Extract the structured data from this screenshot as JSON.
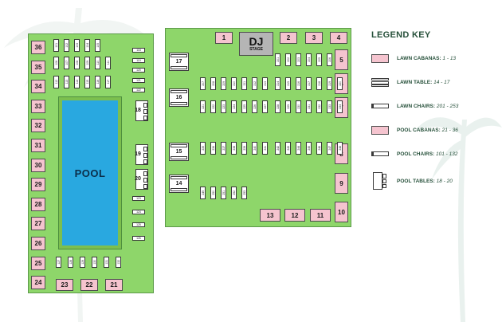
{
  "legend": {
    "title": "LEGEND KEY",
    "items": [
      {
        "label": "LAWN CABANAS:",
        "range": "1 - 13"
      },
      {
        "label": "LAWN TABLE:",
        "range": "14 - 17"
      },
      {
        "label": "LAWN CHAIRS:",
        "range": "201 - 253"
      },
      {
        "label": "POOL CABANAS:",
        "range": "21 - 36"
      },
      {
        "label": "POOL CHAIRS:",
        "range": "101 - 132"
      },
      {
        "label": "POOL TABLES:",
        "range": "18 - 20"
      }
    ]
  },
  "pool_label": "POOL",
  "dj": {
    "title": "DJ",
    "subtitle": "STAGE"
  },
  "pool_area": {
    "left_cabanas": [
      "36",
      "35",
      "34",
      "33",
      "32",
      "31",
      "30",
      "29",
      "28",
      "27",
      "26",
      "25",
      "24"
    ],
    "bottom_cabanas": [
      "23",
      "22",
      "21"
    ],
    "top_chairs_row1": [
      "101",
      "102",
      "103",
      "104",
      "105"
    ],
    "top_chairs_row2": [
      "106",
      "107",
      "108",
      "109",
      "110",
      "111"
    ],
    "top_chairs_row3": [
      "112",
      "113",
      "114",
      "115",
      "116",
      "117"
    ],
    "right_chairs_top": [
      "118",
      "119",
      "120",
      "121",
      "122"
    ],
    "right_chairs_bottom": [
      "123",
      "124",
      "125",
      "126"
    ],
    "bottom_chairs": [
      "127",
      "128",
      "129",
      "130",
      "131",
      "132"
    ],
    "tables": [
      "18",
      "19",
      "20"
    ]
  },
  "lawn_area": {
    "top_cabanas": [
      "1",
      "2",
      "3",
      "4"
    ],
    "right_cabanas": [
      "5",
      "6",
      "7",
      "8",
      "9",
      "10"
    ],
    "bottom_cabanas": [
      "13",
      "12",
      "11"
    ],
    "tables": [
      "17",
      "16",
      "15",
      "14"
    ],
    "chair_rows": [
      [
        "201",
        "202",
        "203",
        "204",
        "205",
        "206"
      ],
      [
        "207",
        "208",
        "209",
        "210",
        "211",
        "212",
        "213",
        "214",
        "215",
        "216",
        "217",
        "218",
        "219",
        "220"
      ],
      [
        "221",
        "222",
        "223",
        "224",
        "225",
        "226",
        "227",
        "228",
        "229",
        "230",
        "231",
        "232",
        "233",
        "234"
      ],
      [
        "235",
        "236",
        "237",
        "238",
        "239",
        "240",
        "241",
        "242",
        "243",
        "244",
        "245",
        "246",
        "247",
        "248"
      ],
      [
        "249",
        "250",
        "251",
        "252",
        "253"
      ]
    ]
  },
  "colors": {
    "lawn": "#8ed66a",
    "pool": "#29a8e0",
    "cabana": "#f5c4cf",
    "legend_text": "#26503a"
  }
}
